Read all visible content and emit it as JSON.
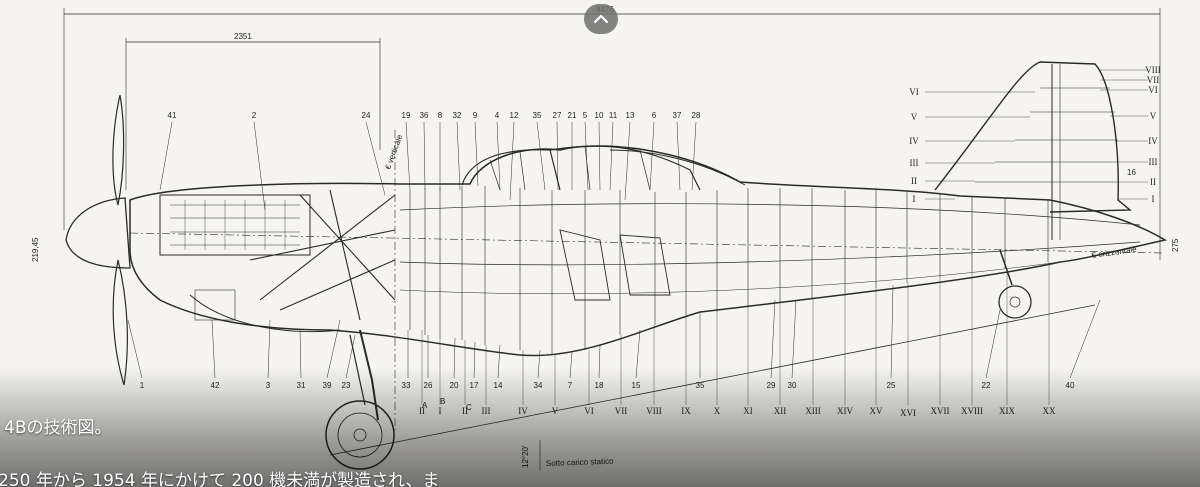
{
  "viewer": {
    "collapse_icon": "chevron-up-icon",
    "caption_line1": "4Bの技術図。",
    "caption_line2": "250 年から 1954 年にかけて 200 機未満が製造され、ま"
  },
  "drawing": {
    "overall_length": "9476",
    "prop_to_cockpit": "2351",
    "height_left": "219,45",
    "height_right": "275",
    "vertical_axis": "€ verticale",
    "horizontal_axis": "€ orizzontale",
    "static_load": "Sotto carico statico",
    "angle": "12°20'",
    "callouts_top": [
      "41",
      "2",
      "24",
      "19",
      "36",
      "8",
      "32",
      "9",
      "4",
      "12",
      "35",
      "27",
      "21",
      "5",
      "10",
      "11",
      "13",
      "6",
      "37",
      "28"
    ],
    "callouts_bottom": [
      "1",
      "42",
      "3",
      "31",
      "39",
      "23",
      "33",
      "26",
      "20",
      "17",
      "14",
      "34",
      "7",
      "18",
      "15",
      "35",
      "29",
      "30",
      "25",
      "22",
      "40"
    ],
    "frames_bottom": [
      "II",
      "I",
      "II",
      "III",
      "IV",
      "V",
      "VI",
      "VII",
      "VIII",
      "IX",
      "X",
      "XI",
      "XII",
      "XIII",
      "XIV",
      "XV",
      "XVI",
      "XVII",
      "XVIII",
      "XIX",
      "XX"
    ],
    "tail_left": [
      "VI",
      "V",
      "IV",
      "III",
      "II",
      "I"
    ],
    "tail_right": [
      "VIII",
      "VII",
      "VI",
      "V",
      "IV",
      "III",
      "II",
      "I"
    ],
    "tail_callout": "16",
    "letters": [
      "A",
      "B",
      "C"
    ]
  }
}
